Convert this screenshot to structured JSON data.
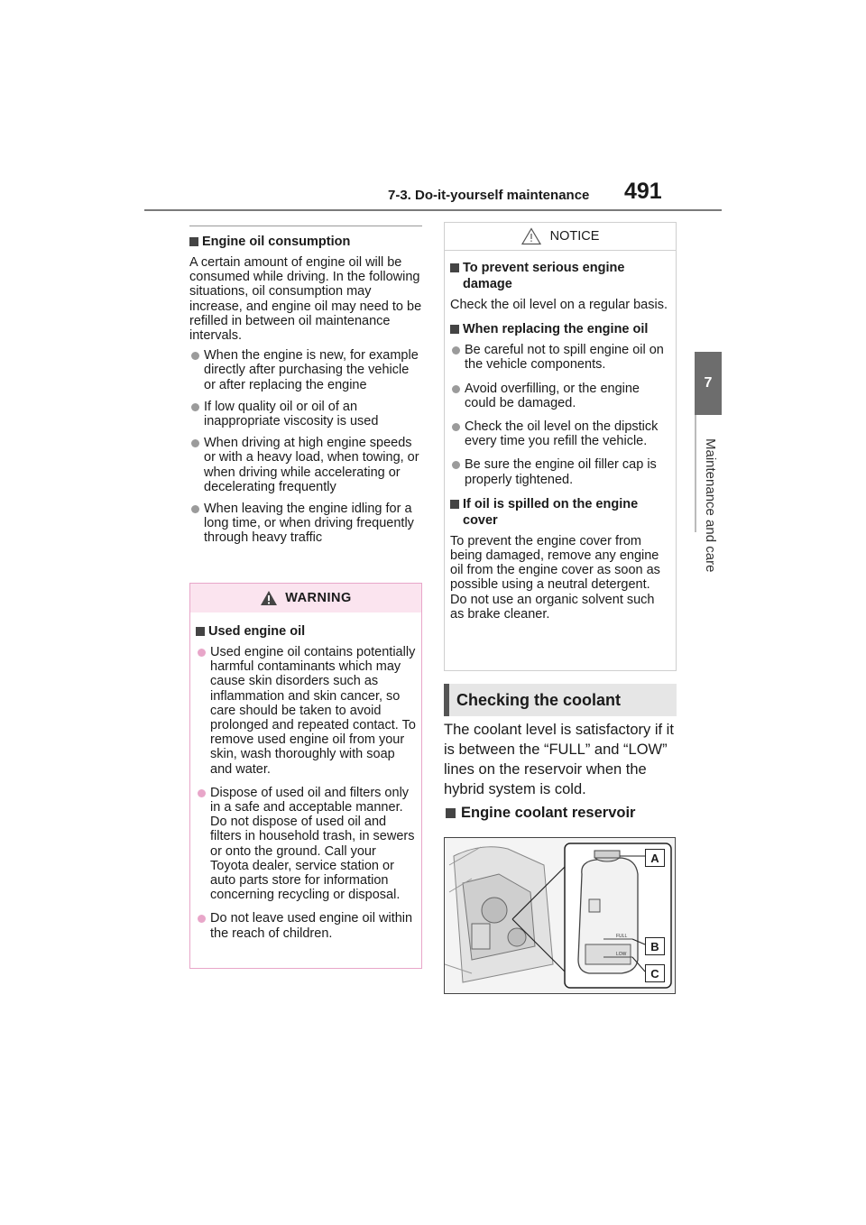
{
  "header": {
    "section_title": "7-3. Do-it-yourself maintenance",
    "page_number": "491"
  },
  "side_tab": {
    "chapter_number": "7",
    "chapter_label": "Maintenance and care"
  },
  "left_column": {
    "heading": "Engine oil consumption",
    "intro": "A certain amount of engine oil will be consumed while driving. In the following situations, oil consumption may increase, and engine oil may need to be refilled in between oil maintenance intervals.",
    "bullets": [
      "When the engine is new, for example directly after purchasing the vehicle or after replacing the engine",
      "If low quality oil or oil of an inappropriate viscosity is used",
      "When driving at high engine speeds or with a heavy load, when towing, or when driving while accelerating or decelerating frequently",
      "When leaving the engine idling for a long time, or when driving frequently through heavy traffic"
    ]
  },
  "warning": {
    "title": "WARNING",
    "heading": "Used engine oil",
    "bullets": [
      "Used engine oil contains potentially harmful contaminants which may cause skin disorders such as inflammation and skin cancer, so care should be taken to avoid prolonged and repeated contact. To remove used engine oil from your skin, wash thoroughly with soap and water.",
      "Dispose of used oil and filters only in a safe and acceptable manner. Do not dispose of used oil and filters in household trash, in sewers or onto the ground. Call your Toyota dealer, service station or auto parts store for information concerning recycling or disposal.",
      "Do not leave used engine oil within the reach of children."
    ]
  },
  "notice": {
    "title": "NOTICE",
    "heading1": "To prevent serious engine damage",
    "para1": "Check the oil level on a regular basis.",
    "heading2": "When replacing the engine oil",
    "bullets": [
      "Be careful not to spill engine oil on the vehicle components.",
      "Avoid overfilling, or the engine could be damaged.",
      "Check the oil level on the dipstick every time you refill the vehicle.",
      "Be sure the engine oil filler cap is properly tightened."
    ],
    "heading3": "If oil is spilled on the engine cover",
    "para3": "To prevent the engine cover from being damaged, remove any engine oil from the engine cover as soon as possible using a neutral detergent. Do not use an organic solvent such as brake cleaner."
  },
  "coolant": {
    "heading": "Checking the coolant",
    "para": "The coolant level is satisfactory if it is between the “FULL” and “LOW” lines on the reservoir when the hybrid system is cold.",
    "subheading": "Engine coolant reservoir",
    "labels": [
      "A",
      "B",
      "C"
    ],
    "reservoir_marks": [
      "FULL",
      "LOW"
    ]
  }
}
